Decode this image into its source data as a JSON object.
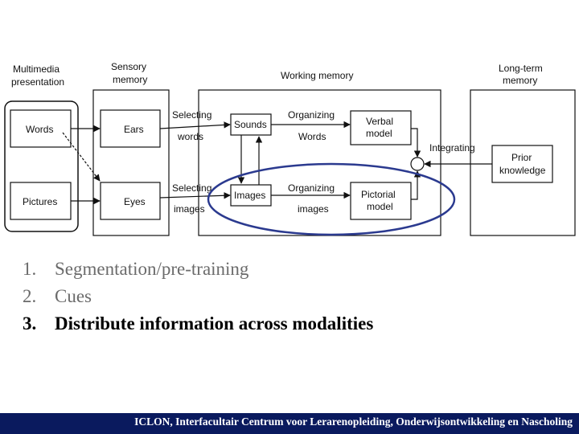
{
  "diagram": {
    "headers": {
      "multimedia": [
        "Multimedia",
        "presentation"
      ],
      "sensory": [
        "Sensory",
        "memory"
      ],
      "working": "Working memory",
      "longterm": [
        "Long-term",
        "memory"
      ]
    },
    "boxes": {
      "words": "Words",
      "pictures": "Pictures",
      "ears": "Ears",
      "eyes": "Eyes",
      "sounds": "Sounds",
      "images": "Images",
      "verbal_model": [
        "Verbal",
        "model"
      ],
      "pictorial_model": [
        "Pictorial",
        "model"
      ],
      "prior_knowledge": [
        "Prior",
        "knowledge"
      ]
    },
    "arrow_labels": {
      "selecting_words": [
        "Selecting",
        "words"
      ],
      "selecting_images": [
        "Selecting",
        "images"
      ],
      "organizing_words": [
        "Organizing",
        "Words"
      ],
      "organizing_images": [
        "Organizing",
        "images"
      ],
      "integrating": "Integrating"
    },
    "highlight_color": "#2b3a8f"
  },
  "list": [
    {
      "num": "1.",
      "text": "Segmentation/pre-training",
      "bold": false
    },
    {
      "num": "2.",
      "text": "Cues",
      "bold": false
    },
    {
      "num": "3.",
      "text": "Distribute information across modalities",
      "bold": true
    }
  ],
  "footer": "ICLON, Interfacultair Centrum voor Lerarenopleiding, Onderwijsontwikkeling en Nascholing"
}
